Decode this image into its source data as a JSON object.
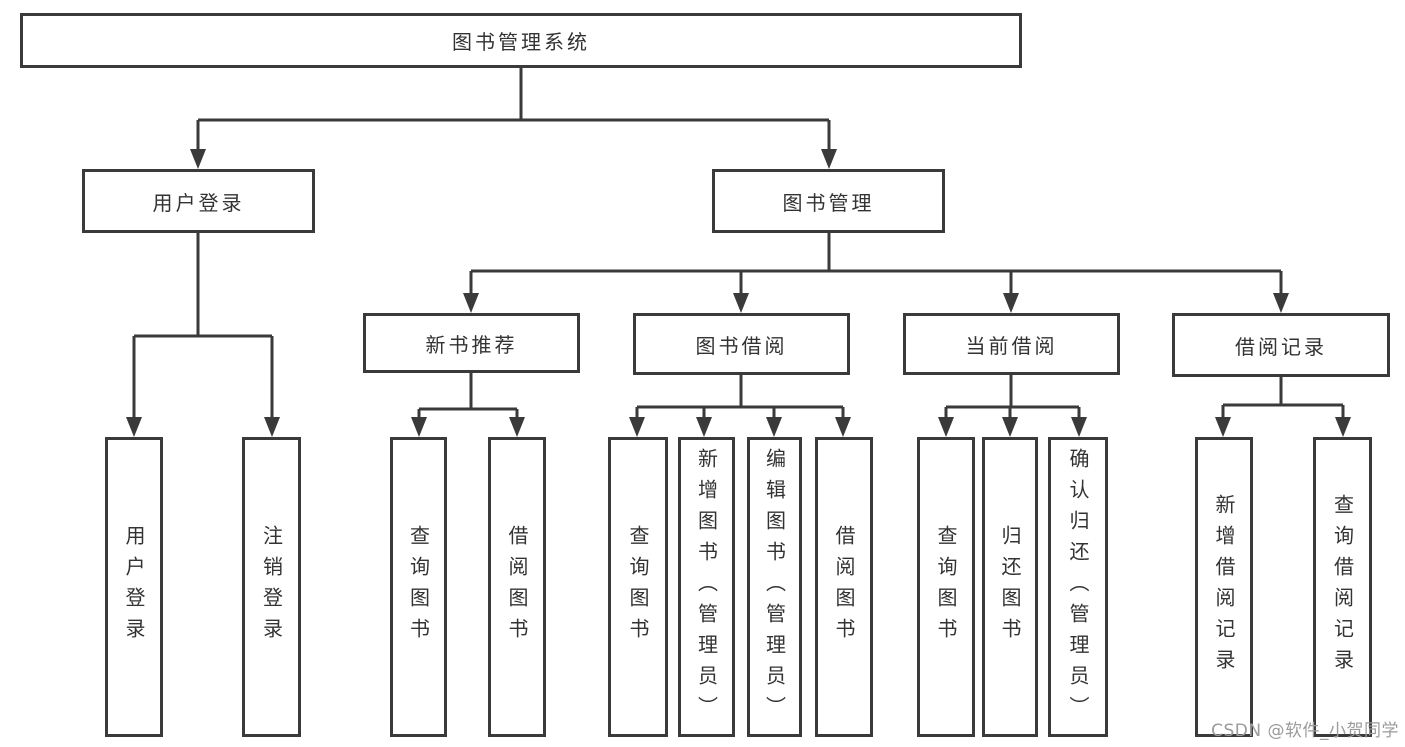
{
  "colors": {
    "line": "#3a3a3a",
    "box_border": "#3a3a3a",
    "text": "#333333",
    "watermark": "#9b9b9b",
    "background": "#ffffff"
  },
  "diagram": {
    "type": "hierarchy-tree",
    "root": {
      "label": "图书管理系统"
    },
    "level2": [
      {
        "label": "用户登录"
      },
      {
        "label": "图书管理"
      }
    ],
    "level3": [
      {
        "label": "新书推荐",
        "parent": "图书管理"
      },
      {
        "label": "图书借阅",
        "parent": "图书管理"
      },
      {
        "label": "当前借阅",
        "parent": "图书管理"
      },
      {
        "label": "借阅记录",
        "parent": "图书管理"
      }
    ],
    "leaves": [
      {
        "label": "用户登录",
        "parent": "用户登录"
      },
      {
        "label": "注销登录",
        "parent": "用户登录"
      },
      {
        "label": "查询图书",
        "parent": "新书推荐"
      },
      {
        "label": "借阅图书",
        "parent": "新书推荐"
      },
      {
        "label": "查询图书",
        "parent": "图书借阅"
      },
      {
        "label": "新增图书（管理员）",
        "parent": "图书借阅"
      },
      {
        "label": "编辑图书（管理员）",
        "parent": "图书借阅"
      },
      {
        "label": "借阅图书",
        "parent": "图书借阅"
      },
      {
        "label": "查询图书",
        "parent": "当前借阅"
      },
      {
        "label": "归还图书",
        "parent": "当前借阅"
      },
      {
        "label": "确认归还（管理员）",
        "parent": "当前借阅"
      },
      {
        "label": "新增借阅记录",
        "parent": "借阅记录"
      },
      {
        "label": "查询借阅记录",
        "parent": "借阅记录"
      }
    ]
  },
  "watermark": {
    "text": "CSDN @软件_小贺同学"
  }
}
